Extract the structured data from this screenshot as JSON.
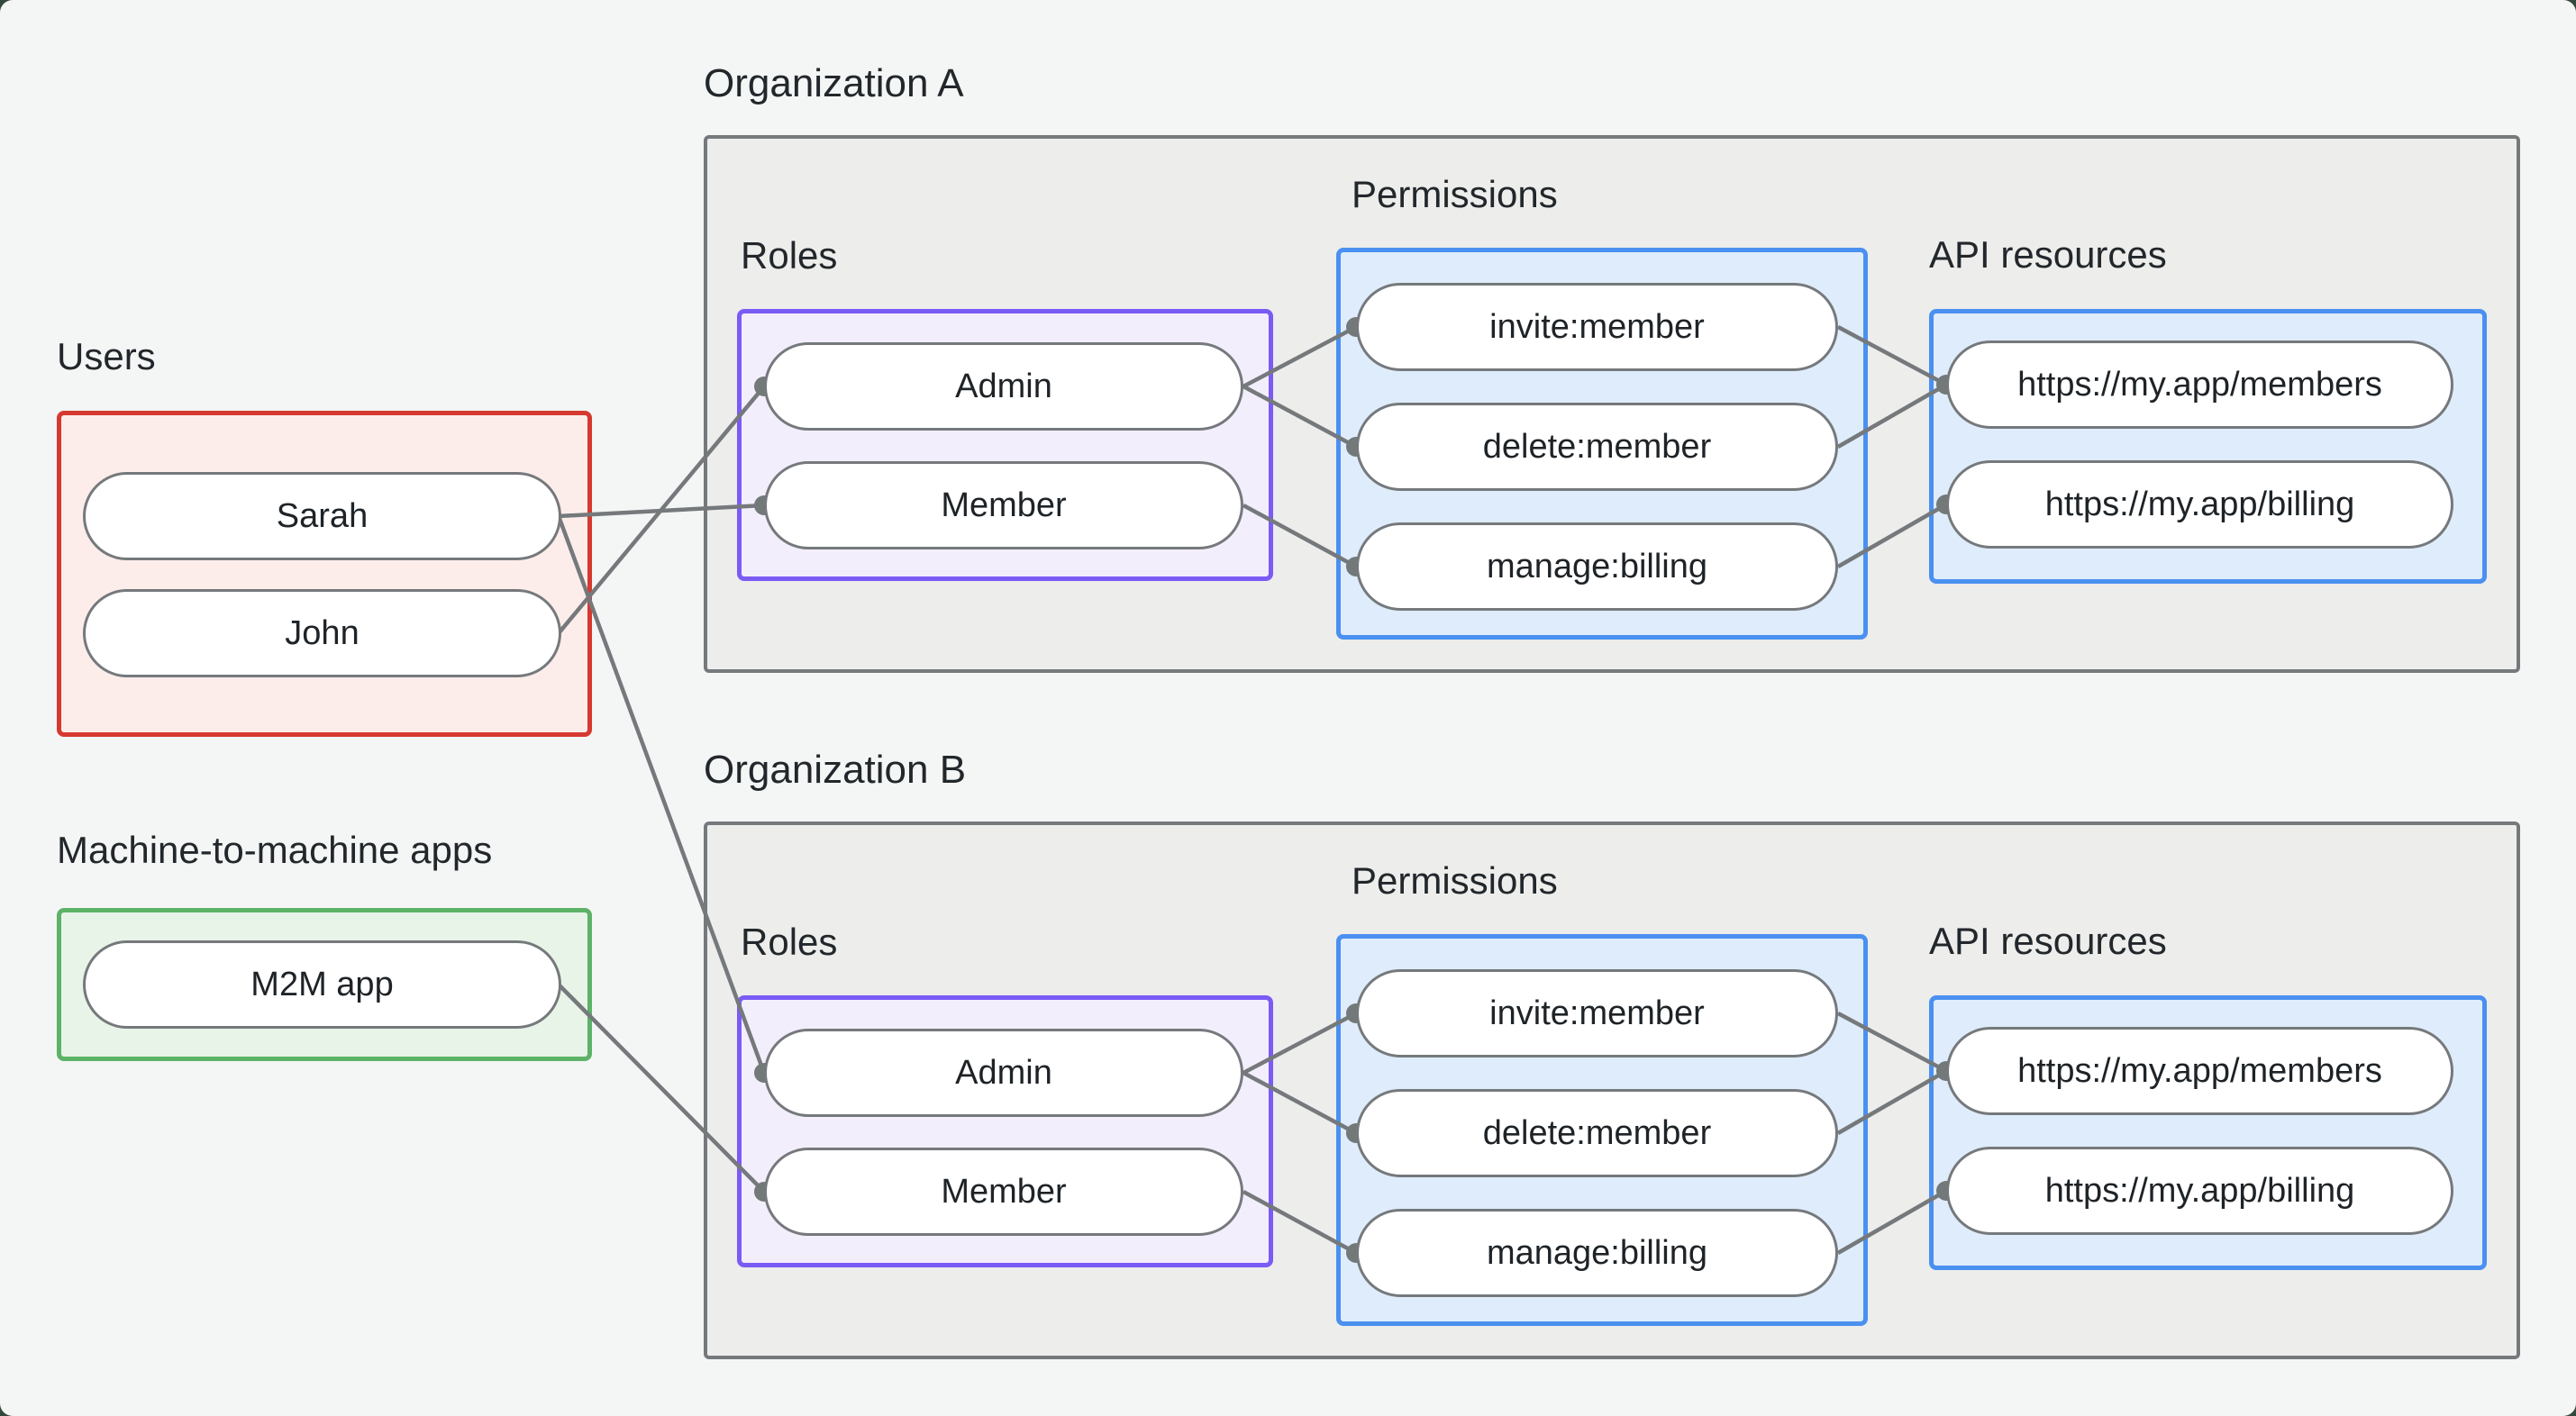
{
  "page": {
    "background": "#f4f6f5",
    "frame_color": "#33493c"
  },
  "colors": {
    "users_border": "#d6392f",
    "users_fill": "#fcedeb",
    "m2m_border": "#5cb267",
    "m2m_fill": "#e9f4e9",
    "roles_border": "#7b5bf5",
    "roles_fill": "#f3eefc",
    "permissions_border": "#4a90f0",
    "permissions_fill": "#dfecfb",
    "org_fill": "#ededec",
    "line_gray": "#75797c",
    "text": "#22272b"
  },
  "groups": {
    "users": {
      "label": "Users",
      "items": [
        "Sarah",
        "John"
      ]
    },
    "m2m": {
      "label": "Machine-to-machine apps",
      "items": [
        "M2M app"
      ]
    }
  },
  "orgs": [
    {
      "title": "Organization A",
      "roles": {
        "label": "Roles",
        "items": [
          "Admin",
          "Member"
        ]
      },
      "permissions": {
        "label": "Permissions",
        "items": [
          "invite:member",
          "delete:member",
          "manage:billing"
        ]
      },
      "api_resources": {
        "label": "API resources",
        "items": [
          "https://my.app/members",
          "https://my.app/billing"
        ]
      }
    },
    {
      "title": "Organization B",
      "roles": {
        "label": "Roles",
        "items": [
          "Admin",
          "Member"
        ]
      },
      "permissions": {
        "label": "Permissions",
        "items": [
          "invite:member",
          "delete:member",
          "manage:billing"
        ]
      },
      "api_resources": {
        "label": "API resources",
        "items": [
          "https://my.app/members",
          "https://my.app/billing"
        ]
      }
    }
  ],
  "edges": [
    {
      "from": "Sarah",
      "to": "Organization A / Member"
    },
    {
      "from": "John",
      "to": "Organization A / Admin"
    },
    {
      "from": "Sarah",
      "to": "Organization B / Admin"
    },
    {
      "from": "M2M app",
      "to": "Organization B / Member"
    },
    {
      "from": "Organization A / Admin",
      "to": "Organization A / invite:member"
    },
    {
      "from": "Organization A / Admin",
      "to": "Organization A / delete:member"
    },
    {
      "from": "Organization A / Member",
      "to": "Organization A / manage:billing"
    },
    {
      "from": "Organization A / invite:member",
      "to": "Organization A / https://my.app/members"
    },
    {
      "from": "Organization A / delete:member",
      "to": "Organization A / https://my.app/members"
    },
    {
      "from": "Organization A / manage:billing",
      "to": "Organization A / https://my.app/billing"
    },
    {
      "from": "Organization B / Admin",
      "to": "Organization B / invite:member"
    },
    {
      "from": "Organization B / Admin",
      "to": "Organization B / delete:member"
    },
    {
      "from": "Organization B / Member",
      "to": "Organization B / manage:billing"
    },
    {
      "from": "Organization B / invite:member",
      "to": "Organization B / https://my.app/members"
    },
    {
      "from": "Organization B / delete:member",
      "to": "Organization B / https://my.app/members"
    },
    {
      "from": "Organization B / manage:billing",
      "to": "Organization B / https://my.app/billing"
    }
  ]
}
